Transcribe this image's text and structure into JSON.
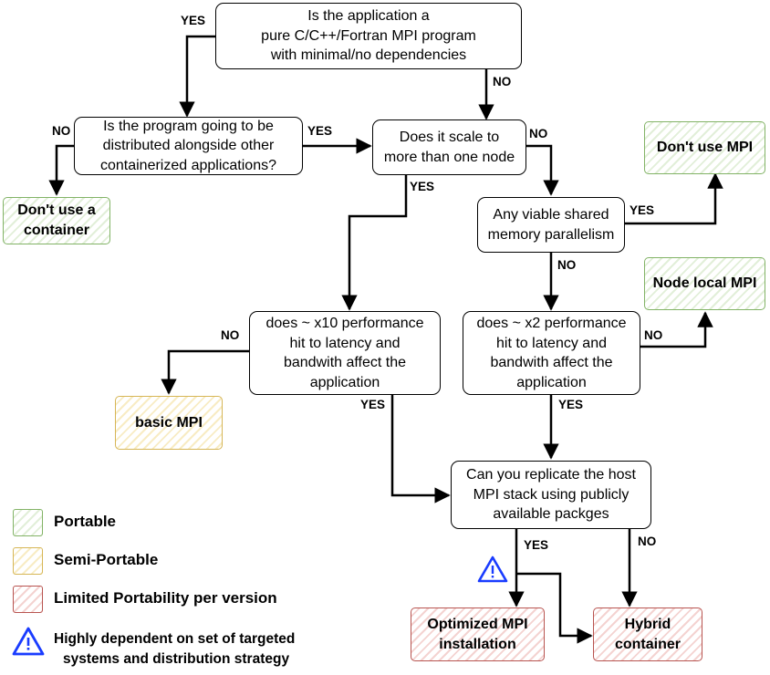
{
  "nodes": {
    "pure_mpi": [
      "Is the application a",
      "pure C/C++/Fortran MPI program",
      "with minimal/no dependencies"
    ],
    "distributed": [
      "Is the program going to be",
      "distributed alongside other",
      "containerized applications?"
    ],
    "scale": [
      "Does it scale to",
      "more than one node"
    ],
    "shared_mem": [
      "Any viable shared",
      "memory parallelism"
    ],
    "perf_x10": [
      "does ~ x10 performance",
      "hit to latency and",
      "bandwith affect the",
      "application"
    ],
    "perf_x2": [
      "does ~ x2 performance",
      "hit to latency and",
      "bandwith affect the",
      "application"
    ],
    "replicate": [
      "Can you replicate the host",
      "MPI stack using publicly",
      "available packges"
    ]
  },
  "outcomes": {
    "dont_use_container": [
      "Don't use a",
      "container"
    ],
    "dont_use_mpi": [
      "Don't use MPI"
    ],
    "node_local_mpi": [
      "Node local MPI"
    ],
    "basic_mpi": [
      "basic MPI"
    ],
    "optimized_mpi": [
      "Optimized MPI",
      "installation"
    ],
    "hybrid_container": [
      "Hybrid",
      "container"
    ]
  },
  "edge_labels": {
    "yes": "YES",
    "no": "NO"
  },
  "legend": {
    "portable": "Portable",
    "semi_portable": "Semi-Portable",
    "limited": "Limited Portability per version",
    "warning": [
      "Highly dependent on set of targeted",
      "systems and distribution strategy"
    ]
  },
  "colors": {
    "portable_border": "#82b366",
    "semi_portable_border": "#d6b656",
    "limited_border": "#b85450",
    "warning_icon": "#1a3cff"
  },
  "icons": {
    "warning": "warning-triangle-icon"
  }
}
